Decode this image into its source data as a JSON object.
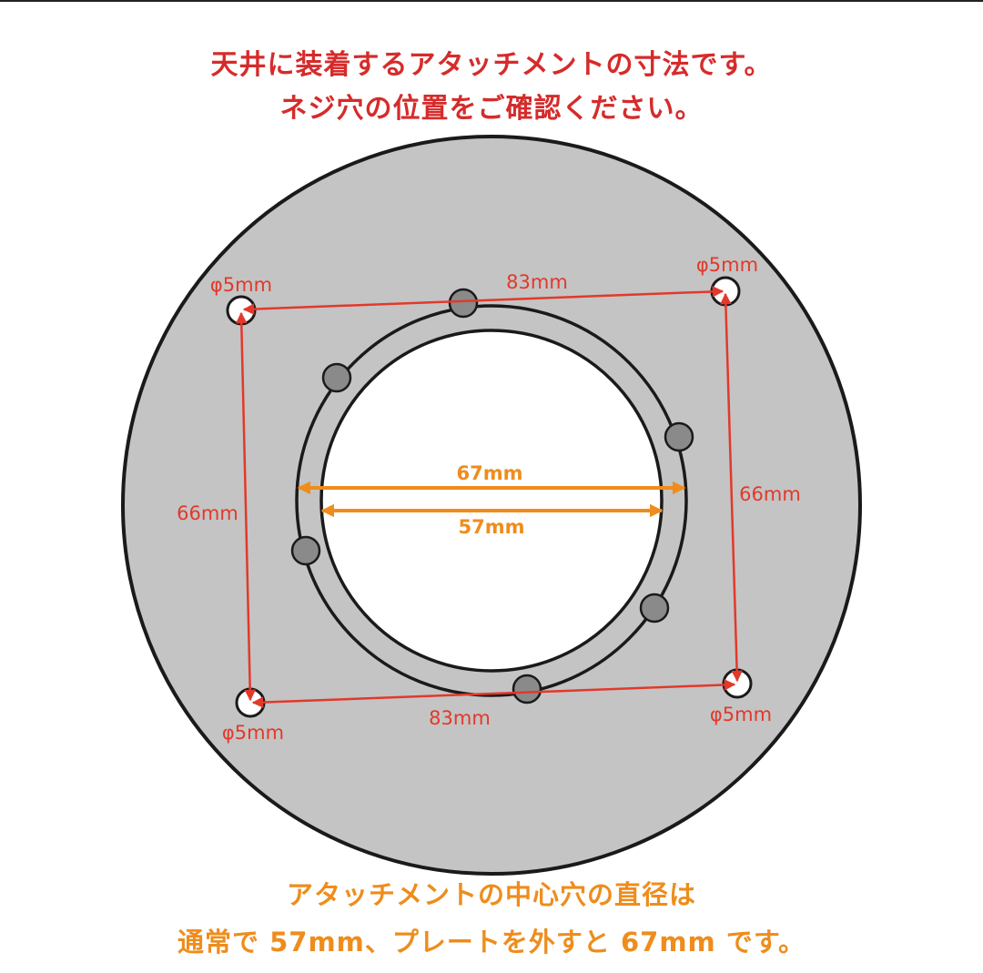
{
  "header": {
    "line1": "天井に装着するアタッチメントの寸法です。",
    "line2": "ネジ穴の位置をご確認ください。"
  },
  "footer": {
    "line1": "アタッチメントの中心穴の直径は",
    "line2": "通常で 57mm、プレートを外すと 67mm です。"
  },
  "labels": {
    "hole_tl": "φ5mm",
    "hole_tr": "φ5mm",
    "hole_bl": "φ5mm",
    "hole_br": "φ5mm",
    "top_width": "83mm",
    "bottom_width": "83mm",
    "left_height": "66mm",
    "right_height": "66mm",
    "outer_diameter": "67mm",
    "inner_diameter": "57mm"
  },
  "colors": {
    "red": "#e2392b",
    "orange": "#ee8d1c",
    "disc": "#c4c4c4",
    "ring": "#c4c4c4",
    "bolt": "#8a8a8a",
    "outline": "#1a1a1a"
  }
}
